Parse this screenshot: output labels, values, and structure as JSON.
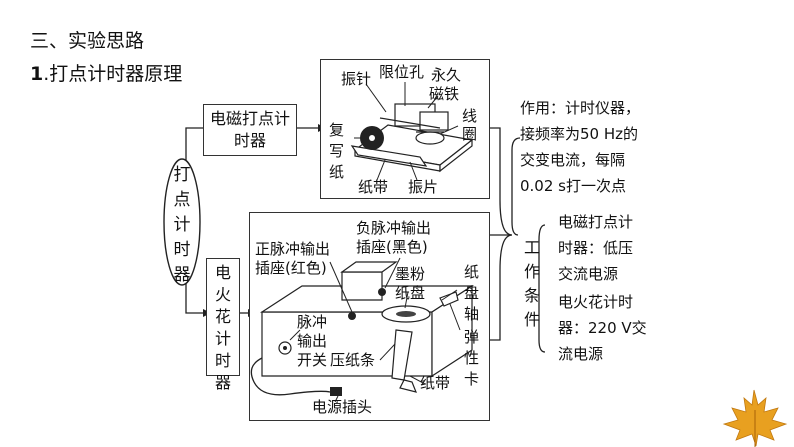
{
  "heading": "三、实验思路",
  "subheading_num": "1",
  "subheading_text": ".打点计时器原理",
  "center_label": "打点计时器",
  "branch_top": "电磁打点计时器",
  "branch_bottom": "电火花计时器",
  "em_timer_labels": {
    "zhenzhen": "振针",
    "xianweikong": "限位孔",
    "yongjiu": "永久",
    "citie": "磁铁",
    "xian": "线",
    "quan": "圈",
    "fuxiezhi": "复写纸",
    "zhidai": "纸带",
    "zhenpian": "振片"
  },
  "spark_timer_labels": {
    "neg_pulse_1": "负脉冲输出",
    "neg_pulse_2": "插座(黑色)",
    "pos_pulse_1": "正脉冲输出",
    "pos_pulse_2": "插座(红色)",
    "mofen_1": "墨粉",
    "mofen_2": "纸盘",
    "zhipanzhou": "纸盘轴",
    "tanxingka": "弹性卡",
    "pulse_switch_1": "脉冲",
    "pulse_switch_2": "输出",
    "pulse_switch_3": "开关",
    "yazhitiao": "压纸条",
    "zhidai": "纸带",
    "plug": "电源插头"
  },
  "function_text": [
    "作用：计时仪器，",
    "接频率为50 Hz的",
    "交变电流，每隔",
    "0.02 s打一次点"
  ],
  "working_condition_label": "工作条件",
  "working_conditions": [
    "电磁打点计",
    "时器：低压",
    "交流电源",
    "电火花计时",
    "器：220 V交",
    "流电源"
  ],
  "colors": {
    "line": "#222222",
    "leaf": "#e8a020"
  }
}
